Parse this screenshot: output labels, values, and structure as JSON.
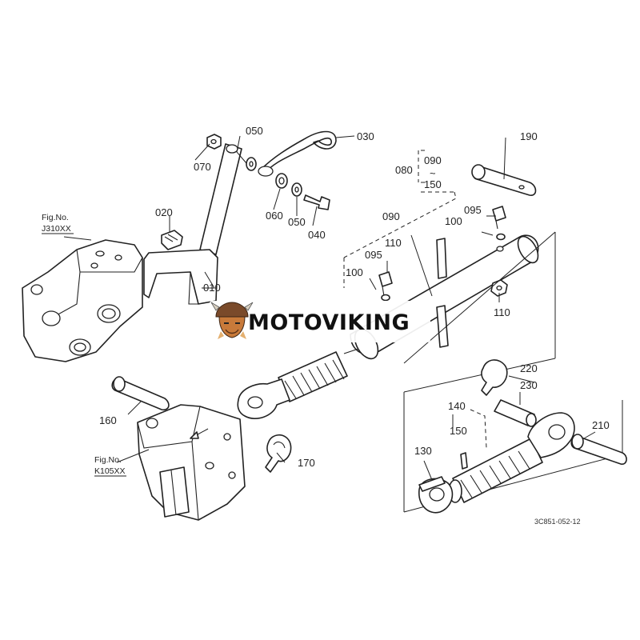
{
  "brand": {
    "name": "MOTOVIKING"
  },
  "icons": {
    "logo": "viking-helmet-logo-icon"
  },
  "figure_refs": [
    {
      "prefix": "Fig.No.",
      "code": "J310XX"
    },
    {
      "prefix": "Fig.No.",
      "code": "K105XX"
    }
  ],
  "callouts": [
    {
      "part": "010",
      "text": "010"
    },
    {
      "part": "020",
      "text": "020"
    },
    {
      "part": "030",
      "text": "030"
    },
    {
      "part": "040",
      "text": "040"
    },
    {
      "part": "050",
      "text": "050"
    },
    {
      "part": "050b",
      "text": "050"
    },
    {
      "part": "060",
      "text": "060"
    },
    {
      "part": "070",
      "text": "070"
    },
    {
      "part": "080",
      "text": "080"
    },
    {
      "part": "090a",
      "text": "090"
    },
    {
      "part": "090b",
      "text": "090"
    },
    {
      "part": "095a",
      "text": "095"
    },
    {
      "part": "095b",
      "text": "095"
    },
    {
      "part": "100a",
      "text": "100"
    },
    {
      "part": "100b",
      "text": "100"
    },
    {
      "part": "110a",
      "text": "110"
    },
    {
      "part": "110b",
      "text": "110"
    },
    {
      "part": "130",
      "text": "130"
    },
    {
      "part": "140",
      "text": "140"
    },
    {
      "part": "150a",
      "text": "150"
    },
    {
      "part": "150b",
      "text": "150"
    },
    {
      "part": "160",
      "text": "160"
    },
    {
      "part": "170",
      "text": "170"
    },
    {
      "part": "190",
      "text": "190"
    },
    {
      "part": "210",
      "text": "210"
    },
    {
      "part": "220",
      "text": "220"
    },
    {
      "part": "230",
      "text": "230"
    }
  ],
  "range_symbol": "~",
  "drawing_code": "3C851-052-12"
}
